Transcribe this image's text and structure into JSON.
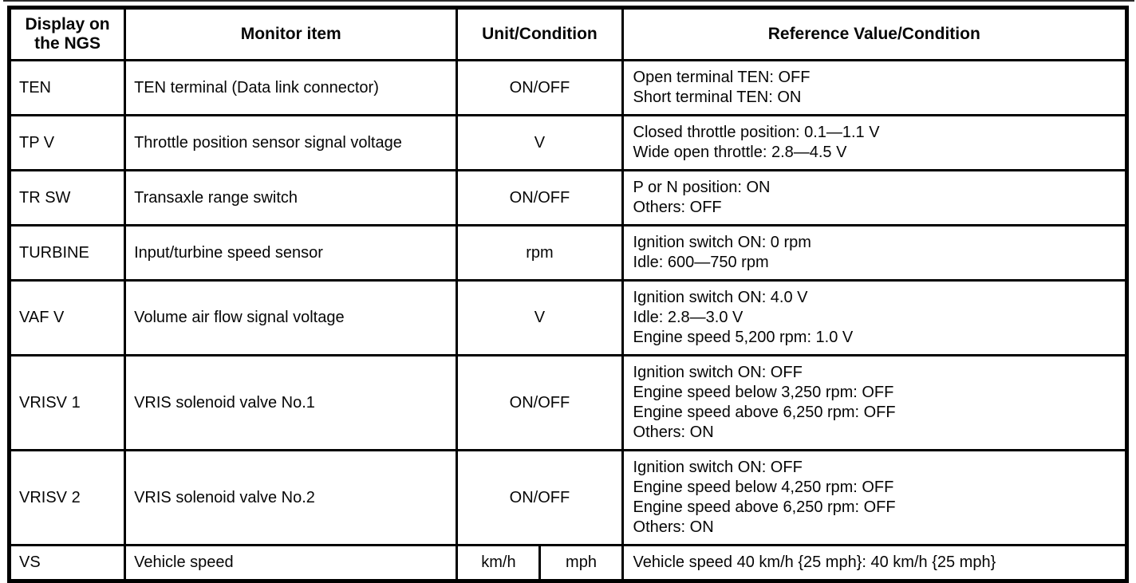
{
  "table": {
    "columns": [
      "Display on the NGS",
      "Monitor item",
      "Unit/Condition",
      "Reference Value/Condition"
    ],
    "rows": [
      {
        "display": "TEN",
        "monitor": "TEN terminal (Data link connector)",
        "units": [
          "ON/OFF"
        ],
        "reference": [
          "Open terminal TEN: OFF",
          "Short terminal TEN: ON"
        ]
      },
      {
        "display": "TP V",
        "monitor": "Throttle position sensor signal voltage",
        "units": [
          "V"
        ],
        "reference": [
          "Closed throttle position: 0.1—1.1 V",
          "Wide open throttle: 2.8—4.5 V"
        ]
      },
      {
        "display": "TR SW",
        "monitor": "Transaxle range switch",
        "units": [
          "ON/OFF"
        ],
        "reference": [
          "P or N position: ON",
          "Others: OFF"
        ]
      },
      {
        "display": "TURBINE",
        "monitor": "Input/turbine speed sensor",
        "units": [
          "rpm"
        ],
        "reference": [
          "Ignition switch ON: 0 rpm",
          "Idle: 600—750 rpm"
        ]
      },
      {
        "display": "VAF V",
        "monitor": "Volume air flow signal voltage",
        "units": [
          "V"
        ],
        "reference": [
          "Ignition switch ON: 4.0 V",
          "Idle: 2.8—3.0 V",
          "Engine speed 5,200 rpm: 1.0 V"
        ]
      },
      {
        "display": "VRISV 1",
        "monitor": "VRIS solenoid valve No.1",
        "units": [
          "ON/OFF"
        ],
        "reference": [
          "Ignition switch ON: OFF",
          "Engine speed below 3,250 rpm: OFF",
          "Engine speed above 6,250 rpm: OFF",
          "Others: ON"
        ]
      },
      {
        "display": "VRISV 2",
        "monitor": "VRIS solenoid valve No.2",
        "units": [
          "ON/OFF"
        ],
        "reference": [
          "Ignition switch ON: OFF",
          "Engine speed below 4,250 rpm: OFF",
          "Engine speed above 6,250 rpm: OFF",
          "Others: ON"
        ]
      },
      {
        "display": "VS",
        "monitor": "Vehicle speed",
        "units": [
          "km/h",
          "mph"
        ],
        "reference": [
          "Vehicle speed 40 km/h {25 mph}: 40 km/h {25 mph}"
        ]
      }
    ],
    "colors": {
      "border": "#000000",
      "background": "#ffffff",
      "text": "#060606"
    }
  }
}
